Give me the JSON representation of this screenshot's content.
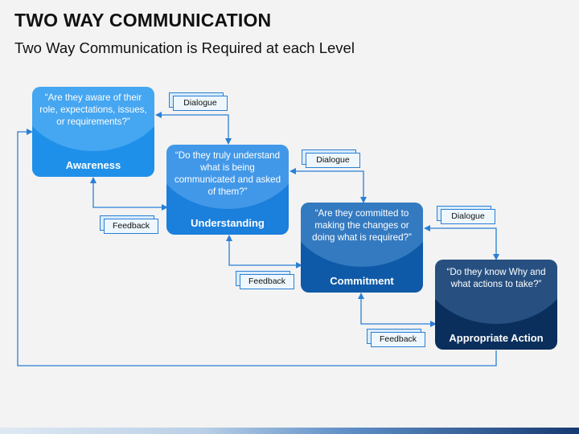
{
  "title": "TWO WAY COMMUNICATION",
  "subtitle": "Two Way Communication is Required at each Level",
  "stages": [
    {
      "question": "“Are they aware of their role, expectations, issues, or requirements?”",
      "label": "Awareness"
    },
    {
      "question": "“Do they truly understand what is being communicated and asked of them?”",
      "label": "Understanding"
    },
    {
      "question": "“Are they committed to making the changes or doing what is required?”",
      "label": "Commitment"
    },
    {
      "question": "“Do they know Why and what actions to take?”",
      "label": "Appropriate Action"
    }
  ],
  "dialogue_tags": [
    "Dialogue",
    "Dialogue",
    "Dialogue"
  ],
  "feedback_tags": [
    "Feedback",
    "Feedback",
    "Feedback"
  ],
  "colors": {
    "awareness": "#1e90ea",
    "understanding": "#1b7fdc",
    "commitment": "#0f5aa8",
    "action": "#0a2f5c",
    "connector": "#2a7fd4"
  }
}
